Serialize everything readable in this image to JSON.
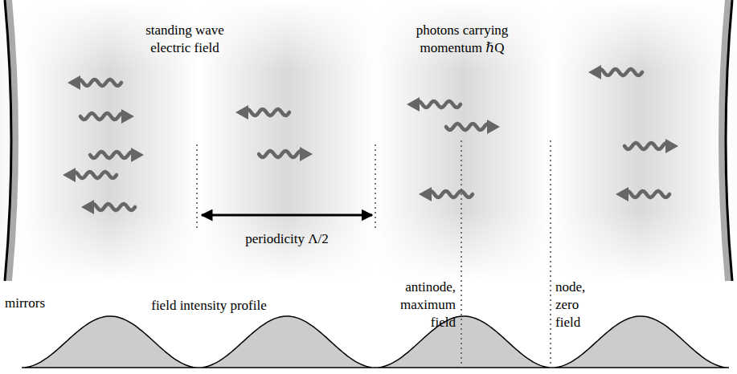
{
  "diagram": {
    "labels": [
      "standing wave electric field",
      "photons carrying momentum ℏQ",
      "periodicity Λ/2",
      "mirrors",
      "field intensity profile",
      "antinode, maximum field",
      "node, zero field"
    ]
  }
}
